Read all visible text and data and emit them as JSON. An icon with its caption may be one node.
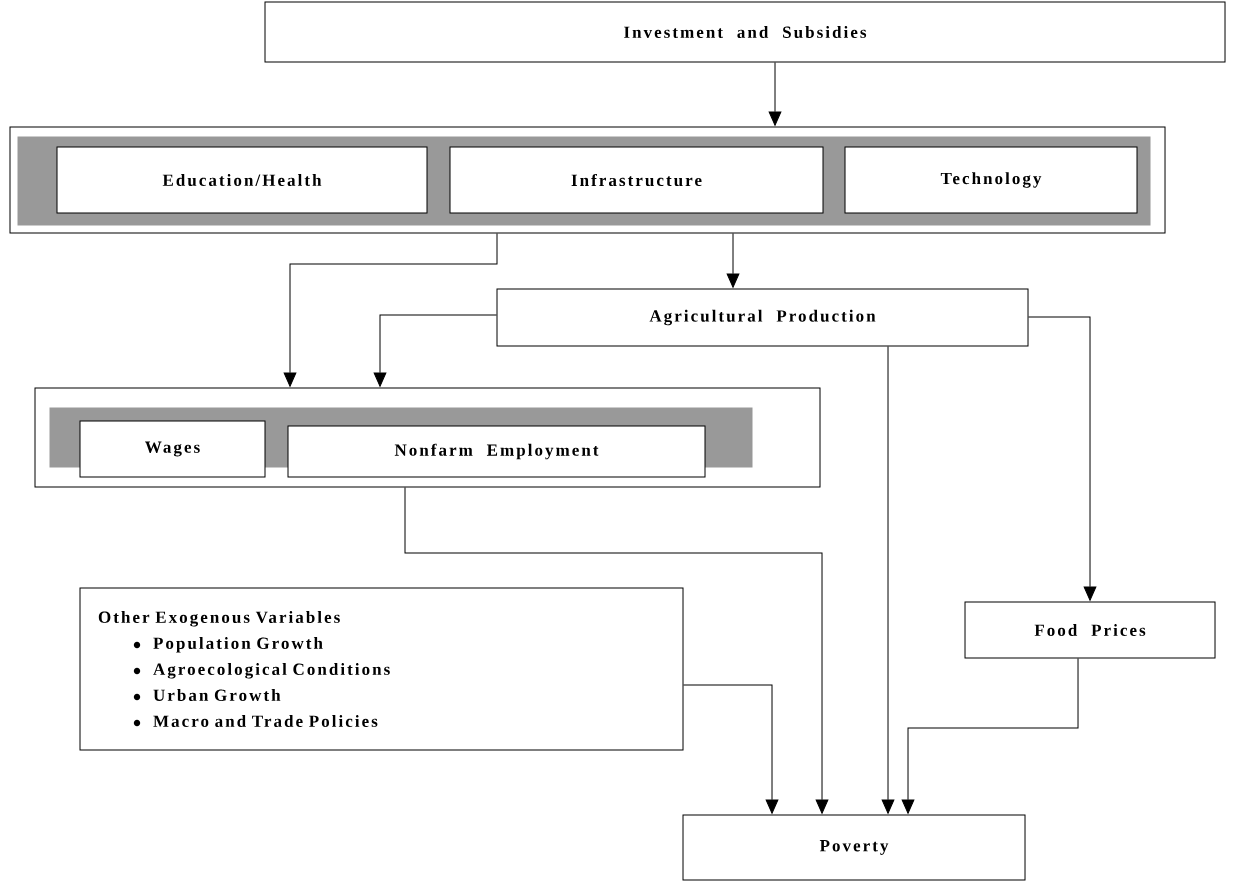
{
  "diagram": {
    "nodes": [
      {
        "text": [
          "Investment and Subsidies"
        ]
      },
      {
        "text": [],
        "shape": "box"
      },
      {
        "text": [],
        "shape": "box",
        "in": 1
      },
      {
        "text": [
          "Education/Health"
        ],
        "in": 2
      },
      {
        "text": [
          "Infrastructure"
        ],
        "in": 2
      },
      {
        "text": [
          "Technology"
        ],
        "in": 2
      },
      {
        "text": [
          "Agricultural Production"
        ]
      },
      {
        "text": [],
        "shape": "box"
      },
      {
        "text": [],
        "shape": "box",
        "in": 7
      },
      {
        "text": [
          "Wages"
        ],
        "in": 8
      },
      {
        "text": [
          "Nonfarm Employment"
        ],
        "in": 8
      },
      {
        "text": [
          "Other Exogenous Variables",
          "Population Growth",
          "Agroecological Conditions",
          "Urban Growth",
          "Macro and Trade Policies"
        ]
      },
      {
        "text": [
          "Food Prices"
        ]
      },
      {
        "text": [
          "Poverty"
        ]
      }
    ],
    "edges": [
      {
        "from": 0,
        "to": 1,
        "arrow": "to"
      },
      {
        "from": 1,
        "to": 7,
        "arrow": "to"
      },
      {
        "from": 1,
        "to": 6,
        "arrow": "to"
      },
      {
        "from": 6,
        "to": 7,
        "arrow": "to"
      },
      {
        "from": 6,
        "to": 13,
        "arrow": "to"
      },
      {
        "from": 6,
        "to": 12,
        "arrow": "to"
      },
      {
        "from": 7,
        "to": 13,
        "arrow": "to"
      },
      {
        "from": 11,
        "to": 13,
        "arrow": "to"
      },
      {
        "from": 12,
        "to": 13,
        "arrow": "to"
      }
    ]
  }
}
